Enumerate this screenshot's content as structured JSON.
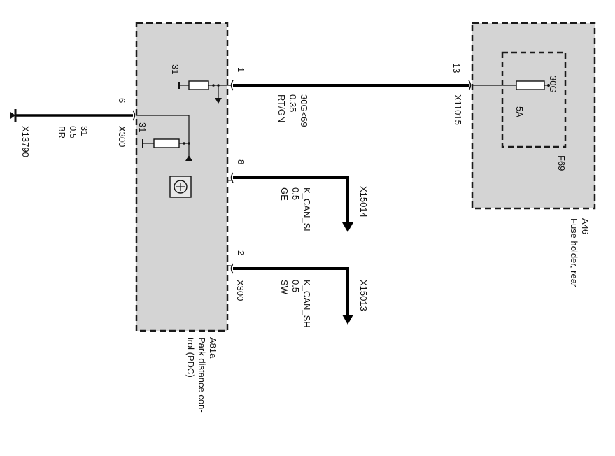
{
  "modules": {
    "pdc": {
      "id": "A81a",
      "name_line1": "Park distance con-",
      "name_line2": "trol (PDC)",
      "connector_top": "X300",
      "connector_bottom": "X300",
      "ground_pin": "31",
      "ground_pin_2": "31"
    },
    "fuse_holder": {
      "id": "A46",
      "name": "Fuse holder, rear",
      "connector": "X11015",
      "pin": "13",
      "fuse_id": "F69",
      "fuse_rating": "5A",
      "fuse_terminal": "30G"
    }
  },
  "wires": {
    "power": {
      "pin": "1",
      "signal": "30G<69",
      "gauge": "0.35",
      "color": "RT/GN"
    },
    "ground": {
      "pin": "6",
      "signal": "31",
      "gauge": "0.5",
      "color": "BR",
      "ground_point": "X13790"
    },
    "can_low": {
      "pin": "8",
      "signal": "K_CAN_SL",
      "gauge": "0.5",
      "color": "GE",
      "connector": "X15014"
    },
    "can_high": {
      "pin": "2",
      "signal": "K_CAN_SH",
      "gauge": "0.5",
      "color": "SW",
      "connector": "X15013"
    }
  }
}
